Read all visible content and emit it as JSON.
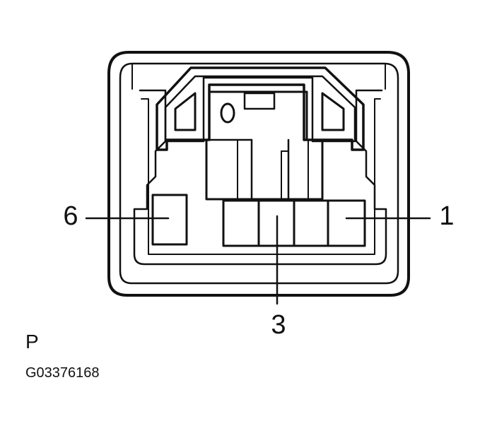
{
  "diagram": {
    "pin_labels": {
      "left": "6",
      "right": "1",
      "bottom": "3"
    },
    "connector_letter": "P",
    "figure_code": "G03376168",
    "colors": {
      "ink": "#111111",
      "background": "#ffffff"
    }
  }
}
